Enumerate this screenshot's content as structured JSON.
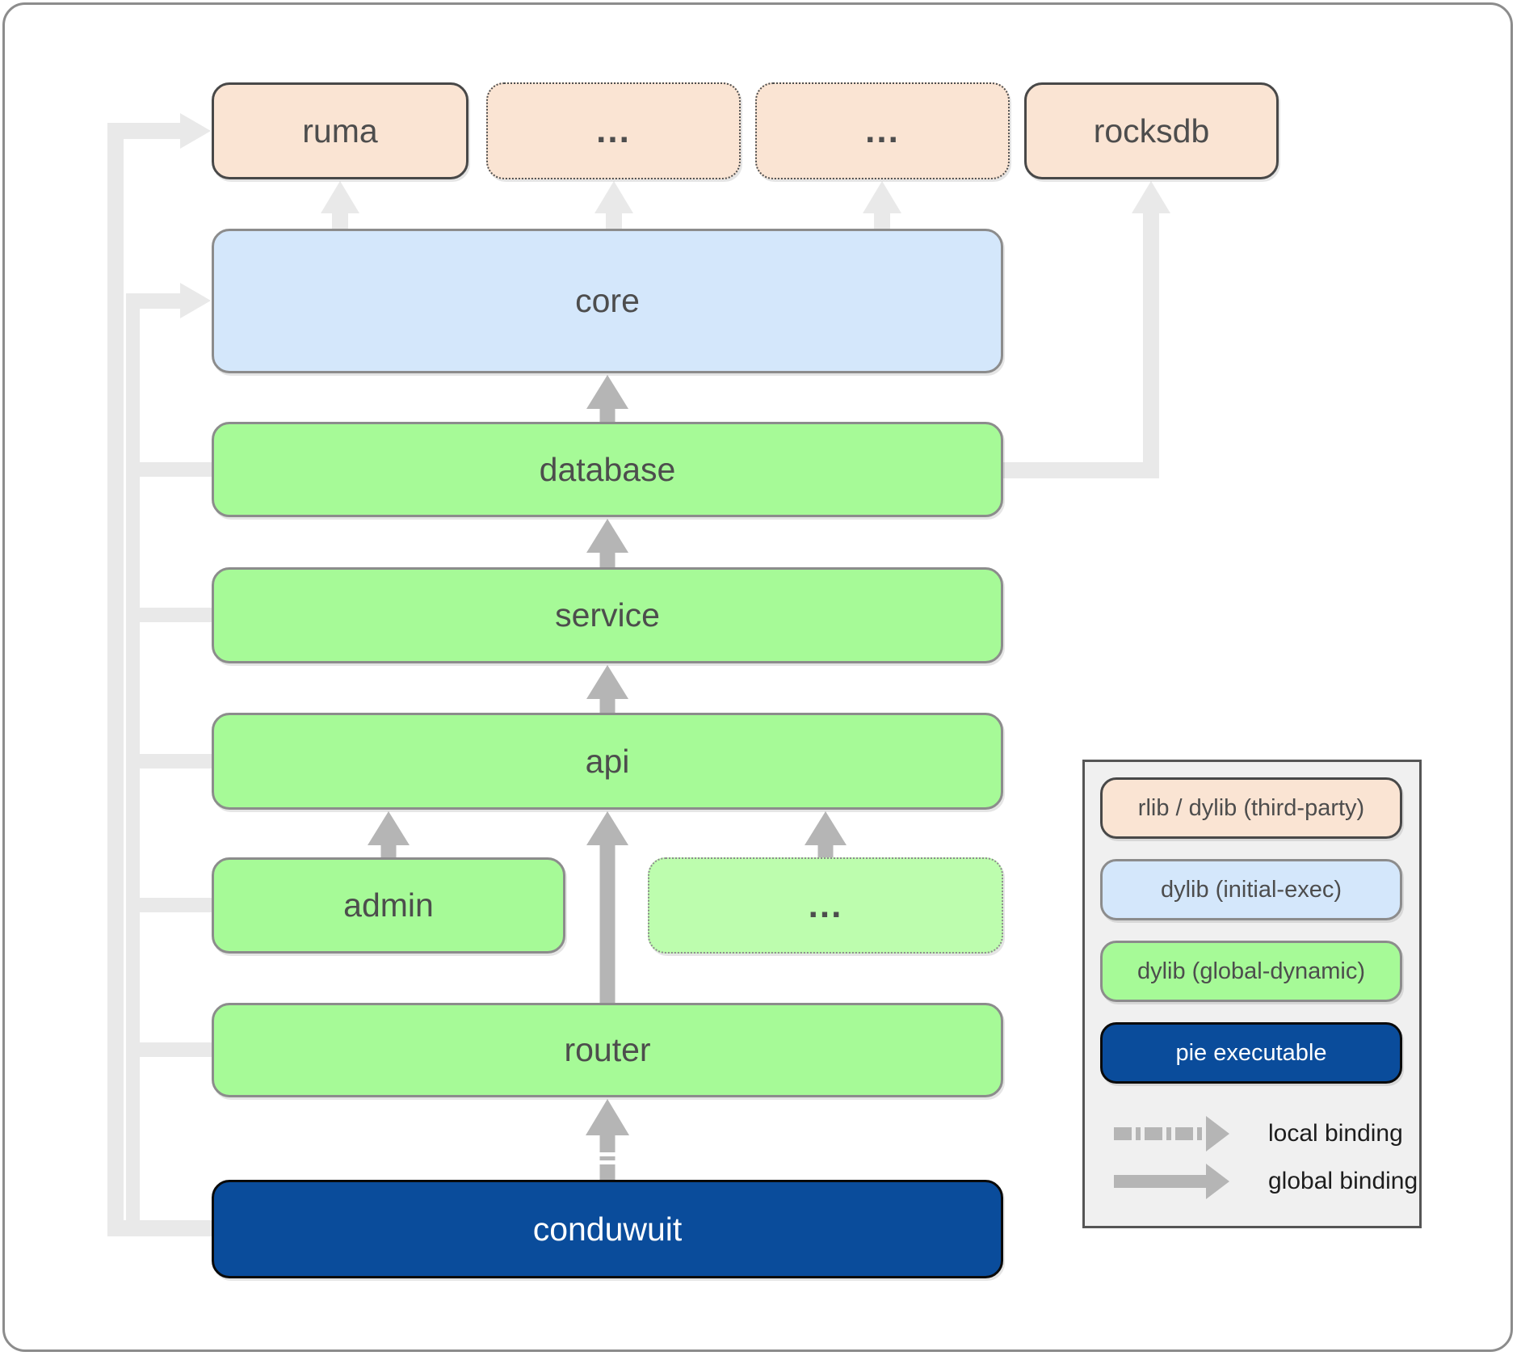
{
  "nodes": {
    "ruma": "ruma",
    "third_party_more_a": "...",
    "third_party_more_b": "...",
    "rocksdb": "rocksdb",
    "core": "core",
    "database": "database",
    "service": "service",
    "api": "api",
    "admin": "admin",
    "api_more": "...",
    "router": "router",
    "conduwuit": "conduwuit"
  },
  "legend": {
    "items": [
      {
        "label": "rlib / dylib (third-party)"
      },
      {
        "label": "dylib (initial-exec)"
      },
      {
        "label": "dylib (global-dynamic)"
      },
      {
        "label": "pie executable"
      }
    ],
    "bindings": [
      {
        "label": "local binding",
        "style": "dashed"
      },
      {
        "label": "global binding",
        "style": "solid"
      }
    ]
  },
  "colors": {
    "third_party_fill": "#fae4d3",
    "initial_exec_fill": "#d4e7fb",
    "global_dynamic_fill": "#a6fa97",
    "global_dynamic_faded_fill": "#bdfdae",
    "pie_executable_fill": "#0a4c9b",
    "binding_arrow_gray": "#b5b5b5",
    "faint_line_gray": "#e9e9e9",
    "legend_background": "#f0f0f0",
    "node_text": "#4d4d4d"
  }
}
